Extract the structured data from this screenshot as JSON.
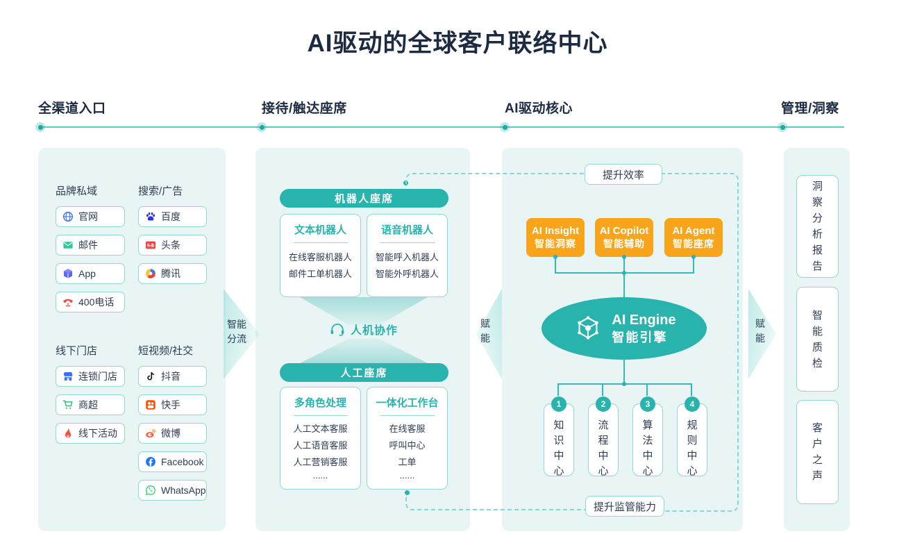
{
  "title": "AI驱动的全球客户联络中心",
  "colors": {
    "teal": "#29b3ad",
    "teal_light_border": "#8fd9d5",
    "panel_bg": "#e9f5f4",
    "orange": "#f9a51b",
    "dashed_line": "#82d8d4",
    "dark_text": "#1c2a42"
  },
  "section_headers": [
    {
      "label": "全渠道入口"
    },
    {
      "label": "接待/触达座席"
    },
    {
      "label": "AI驱动核心"
    },
    {
      "label": "管理/洞察"
    }
  ],
  "flow": {
    "entry_to_agents": "智能分流",
    "core_to_agents": "赋能",
    "core_to_insight": "赋能"
  },
  "entry": {
    "toutiao_icon_text": "头条",
    "groups": [
      {
        "label": "品牌私域",
        "items": [
          {
            "label": "官网",
            "icon": "globe-icon"
          },
          {
            "label": "邮件",
            "icon": "mail-icon"
          },
          {
            "label": "App",
            "icon": "app-cube-icon"
          },
          {
            "label": "400电话",
            "icon": "phone-icon"
          }
        ]
      },
      {
        "label": "搜索/广告",
        "items": [
          {
            "label": "百度",
            "icon": "baidu-paw-icon"
          },
          {
            "label": "头条",
            "icon": "toutiao-icon"
          },
          {
            "label": "腾讯",
            "icon": "tencent-icon"
          }
        ]
      },
      {
        "label": "线下门店",
        "items": [
          {
            "label": "连锁门店",
            "icon": "storefront-icon"
          },
          {
            "label": "商超",
            "icon": "cart-icon"
          },
          {
            "label": "线下活动",
            "icon": "flame-icon"
          }
        ]
      },
      {
        "label": "短视频/社交",
        "items": [
          {
            "label": "抖音",
            "icon": "tiktok-note-icon"
          },
          {
            "label": "快手",
            "icon": "kuaishou-icon"
          },
          {
            "label": "微博",
            "icon": "weibo-icon"
          },
          {
            "label": "Facebook",
            "icon": "facebook-icon"
          },
          {
            "label": "WhatsApp",
            "icon": "whatsapp-icon"
          }
        ]
      }
    ]
  },
  "agents": {
    "robot": {
      "header": "机器人座席",
      "cards": [
        {
          "title": "文本机器人",
          "items": [
            "在线客服机器人",
            "邮件工单机器人"
          ]
        },
        {
          "title": "语音机器人",
          "items": [
            "智能呼入机器人",
            "智能外呼机器人"
          ]
        }
      ]
    },
    "collab": {
      "label": "人机协作",
      "icon": "headset-icon"
    },
    "human": {
      "header": "人工座席",
      "cards": [
        {
          "title": "多角色处理",
          "items": [
            "人工文本客服",
            "人工语音客服",
            "人工营销客服",
            "......"
          ]
        },
        {
          "title": "一体化工作台",
          "items": [
            "在线客服",
            "呼叫中心",
            "工单",
            "......"
          ]
        }
      ]
    }
  },
  "core": {
    "efficiency_label": "提升效率",
    "supervision_label": "提升监管能力",
    "ai_boxes": [
      {
        "line1": "AI Insight",
        "line2": "智能洞察"
      },
      {
        "line1": "AI Copilot",
        "line2": "智能辅助"
      },
      {
        "line1": "AI Agent",
        "line2": "智能座席"
      }
    ],
    "engine": {
      "line1": "AI Engine",
      "line2": "智能引擎",
      "icon": "cube-network-icon"
    },
    "centers": [
      {
        "num": "1",
        "label": "知识中心"
      },
      {
        "num": "2",
        "label": "流程中心"
      },
      {
        "num": "3",
        "label": "算法中心"
      },
      {
        "num": "4",
        "label": "规则中心"
      }
    ]
  },
  "insight": {
    "cards": [
      {
        "label": "洞察分析报告"
      },
      {
        "label": "智能质检"
      },
      {
        "label": "客户之声"
      }
    ]
  }
}
